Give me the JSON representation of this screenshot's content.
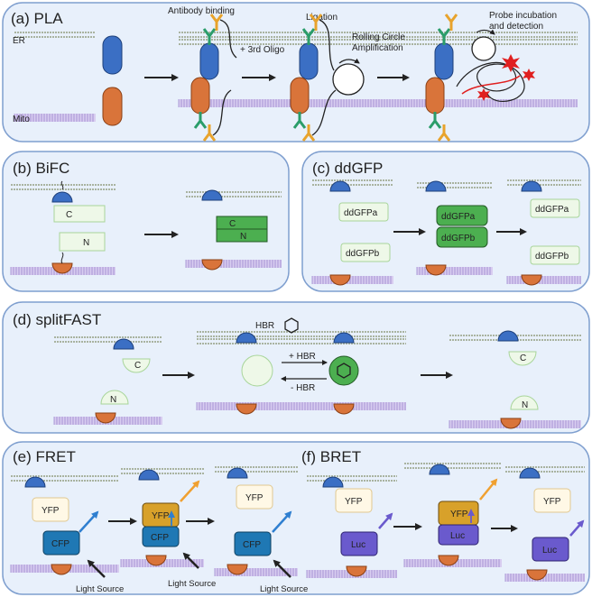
{
  "panels": {
    "pla": {
      "title": "(a) PLA",
      "er_label": "ER",
      "mito_label": "Mito",
      "step_antibody": "Antibody binding",
      "step_oligo": "+ 3rd Oligo",
      "step_ligation": "Ligation",
      "step_rca_1": "Rolling Circle",
      "step_rca_2": "Amplification",
      "step_probe_1": "Probe incubation",
      "step_probe_2": "and detection"
    },
    "bifc": {
      "title": "(b) BiFC",
      "frag_c": "C",
      "frag_n": "N"
    },
    "ddgfp": {
      "title": "(c) ddGFP",
      "frag_a": "ddGFPa",
      "frag_b": "ddGFPb"
    },
    "splitfast": {
      "title": "(d) splitFAST",
      "ligand": "HBR",
      "frag_c": "C",
      "frag_n": "N",
      "plus": "+ HBR",
      "minus": "- HBR"
    },
    "fret": {
      "title": "(e) FRET",
      "donor": "CFP",
      "acceptor": "YFP",
      "light": "Light Source"
    },
    "bret": {
      "title": "(f) BRET",
      "donor": "Luc",
      "acceptor": "YFP"
    }
  },
  "colors": {
    "panel_bg": "#e8f0fb",
    "panel_border": "#7f9fcf",
    "er_protein": "#3b6fc4",
    "mito_protein": "#d9743a",
    "gfp_green": "#4caf50",
    "light_green": "#eef8e8",
    "cfp_blue": "#1f78b4",
    "yfp_gold": "#d8a12a",
    "yfp_pale": "#fff8e6",
    "luc_purple": "#6a5acd",
    "arrow_blue": "#2f7fd0",
    "arrow_orange": "#f0a030",
    "signal_red": "#e02020"
  }
}
